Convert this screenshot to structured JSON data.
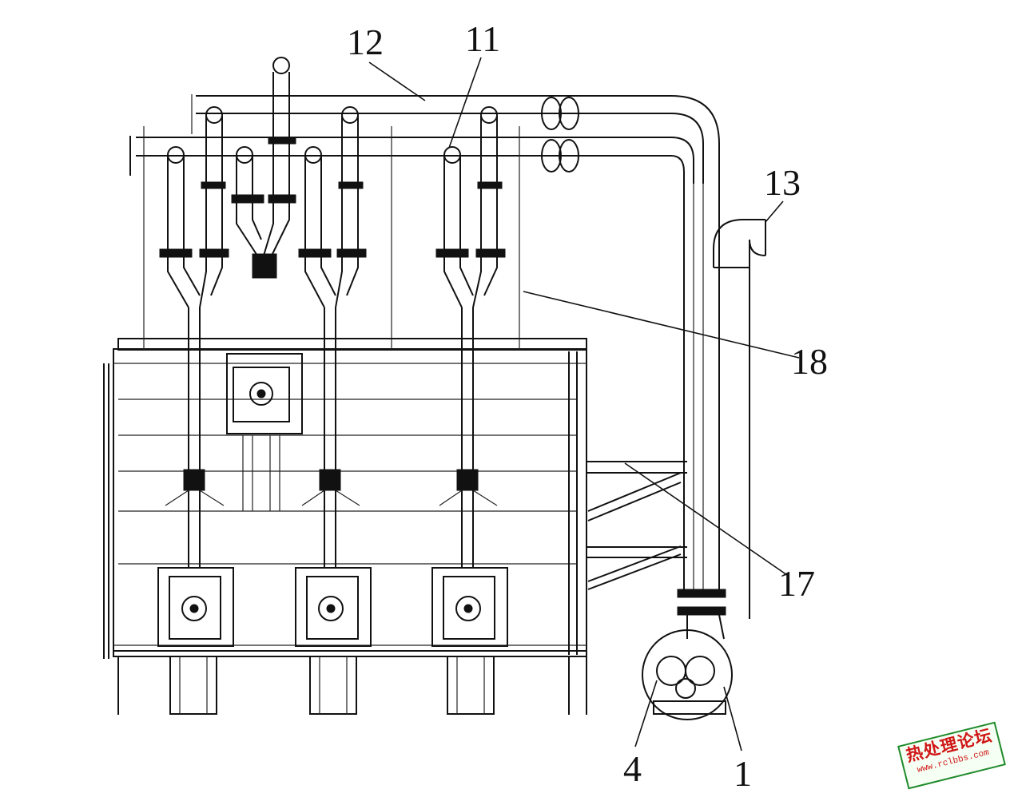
{
  "callouts": [
    {
      "id": "c12",
      "label": "12"
    },
    {
      "id": "c11",
      "label": "11"
    },
    {
      "id": "c13",
      "label": "13"
    },
    {
      "id": "c18",
      "label": "18"
    },
    {
      "id": "c17",
      "label": "17"
    },
    {
      "id": "c4",
      "label": "4"
    },
    {
      "id": "c1",
      "label": "1"
    }
  ],
  "watermark": {
    "main": "热处理论坛",
    "url": "www.rclbbs.com"
  },
  "colors": {
    "line": "#111111",
    "stamp_border": "#1f8a2a",
    "stamp_text": "#d01818"
  }
}
